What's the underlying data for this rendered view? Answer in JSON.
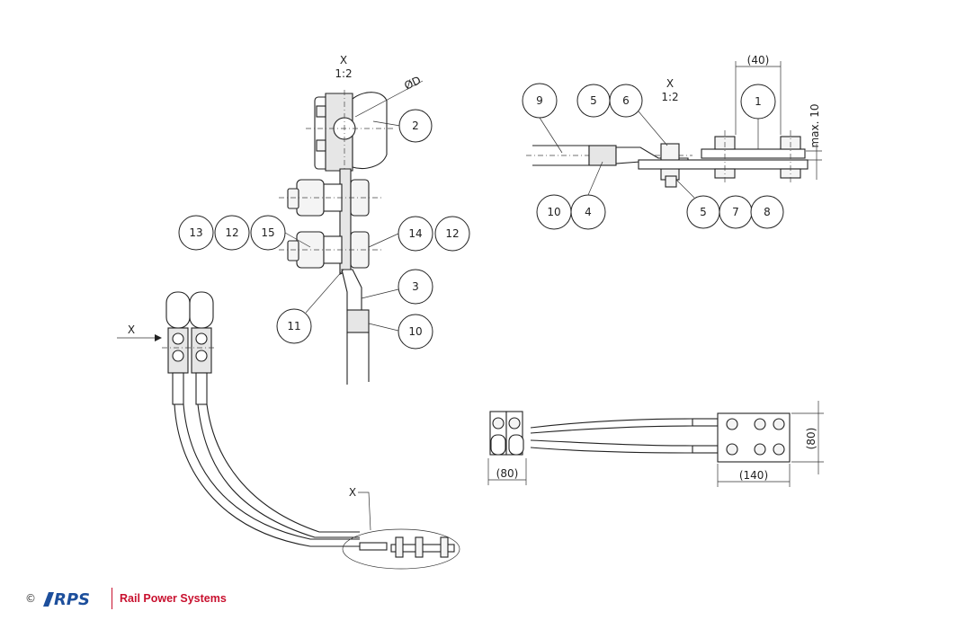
{
  "view_label": "X",
  "scale": "1:2",
  "diameter_label": "ØD",
  "max_label": "max. 10",
  "dims": {
    "d40": "(40)",
    "d80_top": "(80)",
    "d80_side": "(80)",
    "d140": "(140)"
  },
  "balloons": {
    "b2": "2",
    "b13": "13",
    "b12a": "12",
    "b15": "15",
    "b14": "14",
    "b12b": "12",
    "b3": "3",
    "b11": "11",
    "b10a": "10",
    "b9": "9",
    "b5a": "5",
    "b6": "6",
    "b1": "1",
    "b10b": "10",
    "b4": "4",
    "b5b": "5",
    "b7": "7",
    "b8": "8"
  },
  "footer": {
    "copyright": "©",
    "logo_text": "RPS",
    "company": "Rail Power Systems"
  },
  "colors": {
    "brand_red": "#c8102e",
    "brand_blue": "#1d4f9c"
  }
}
